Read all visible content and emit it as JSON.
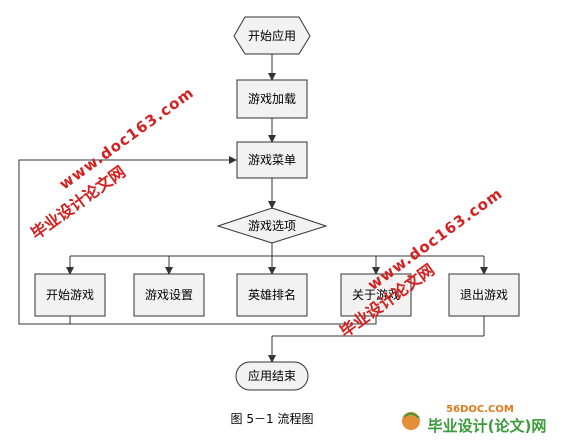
{
  "flowchart": {
    "start": "开始应用",
    "loading": "游戏加载",
    "menu": "游戏菜单",
    "options": "游戏选项",
    "branches": [
      "开始游戏",
      "游戏设置",
      "英雄排名",
      "关于游戏",
      "退出游戏"
    ],
    "end": "应用结束"
  },
  "caption": "图 5－1 流程图",
  "watermarks": {
    "site": "www.doc163.com",
    "brand": "毕业设计论文网"
  },
  "logo": {
    "domain": "56DOC.COM",
    "name": "毕业设计(论文)网"
  },
  "colors": {
    "node_fill": "#f2f2f2",
    "stroke": "#333333",
    "watermark": "#d42020",
    "logo_green": "#3a9a3a",
    "logo_orange": "#e07a18"
  }
}
